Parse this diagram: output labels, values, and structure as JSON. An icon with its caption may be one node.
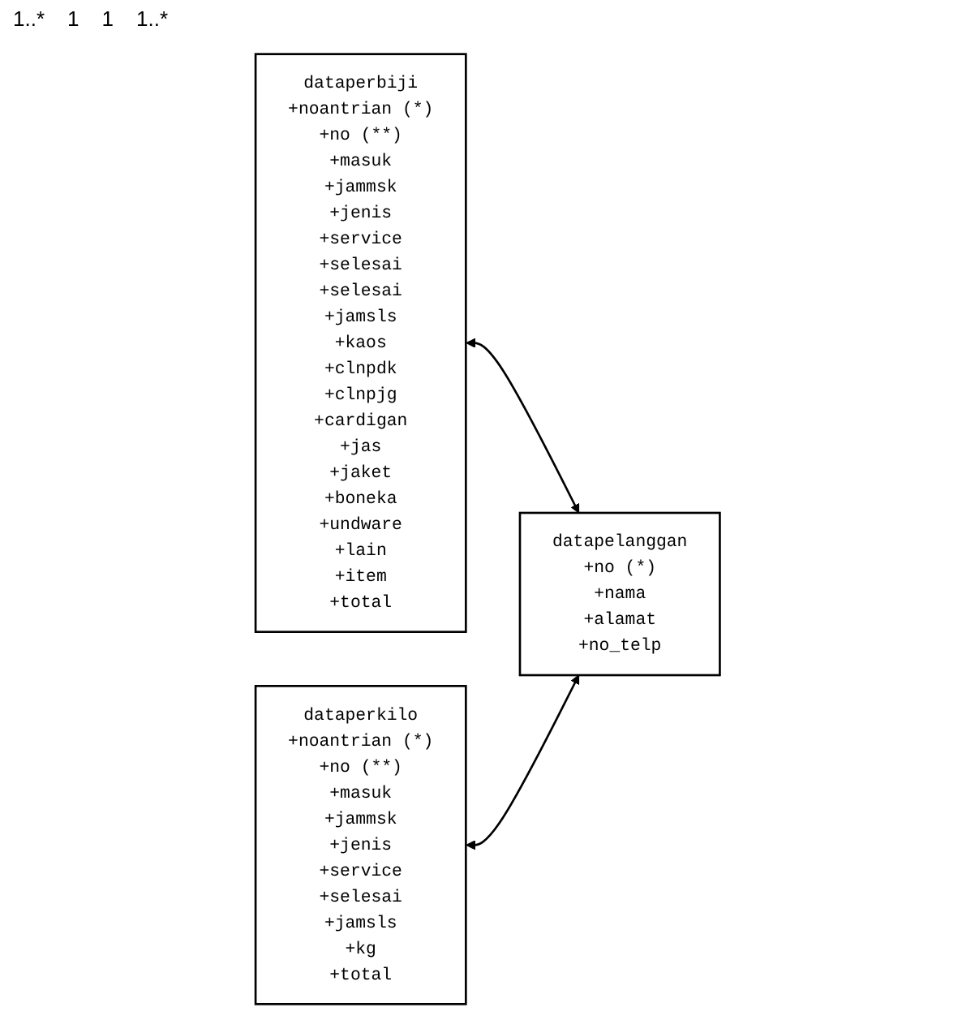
{
  "diagram": {
    "nodes": [
      {
        "text": [
          "dataperbiji",
          "+noantrian (*)",
          "+no (**)",
          "+masuk",
          "+jammsk",
          "+jenis",
          "+service",
          "+selesai",
          "+selesai",
          "+jamsls",
          "+kaos",
          "+clnpdk",
          "+clnpjg",
          "+cardigan",
          "+jas",
          "+jaket",
          "+boneka",
          "+undware",
          "+lain",
          "+item",
          "+total"
        ]
      },
      {
        "text": [
          "datapelanggan",
          "+no (*)",
          "+nama",
          "+alamat",
          "+no_telp"
        ]
      },
      {
        "text": [
          "dataperkilo",
          "+noantrian (*)",
          "+no (**)",
          "+masuk",
          "+jammsk",
          "+jenis",
          "+service",
          "+selesai",
          "+jamsls",
          "+kg",
          "+total"
        ]
      }
    ],
    "edges": [
      {
        "from": 0,
        "to": 1,
        "arrow": "both"
      },
      {
        "from": 2,
        "to": 1,
        "arrow": "both"
      }
    ],
    "labels": [
      "1..*",
      "1",
      "1",
      "1..*"
    ]
  }
}
